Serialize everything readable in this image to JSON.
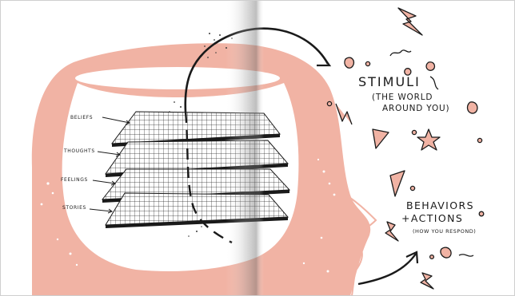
{
  "colors": {
    "skin": "#f1b3a4",
    "skin_outline": "#1a1a1a",
    "grid": "#2a2a2a",
    "paper": "#ffffff",
    "gutter_shadow": "#d8d8d8"
  },
  "layers": [
    {
      "label": "BELIEFS"
    },
    {
      "label": "THOUGHTS"
    },
    {
      "label": "FEELINGS"
    },
    {
      "label": "STORIES"
    }
  ],
  "stimuli": {
    "title": "STIMULI",
    "sub_line1": "(THE WORLD",
    "sub_line2": "AROUND YOU)"
  },
  "behaviors": {
    "line1": "BEHAVIORS",
    "line2": "+ACTIONS",
    "line3": "(HOW YOU RESPOND)"
  },
  "icons": [
    "lightning-bolt-icon",
    "star-icon",
    "triangle-icon",
    "squiggle-icon",
    "dot-icon"
  ]
}
